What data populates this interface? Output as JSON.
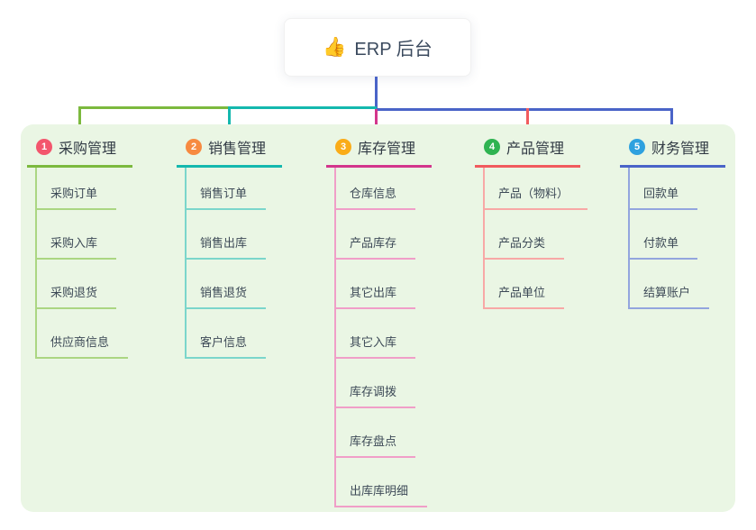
{
  "root": {
    "icon": "👍",
    "label": "ERP 后台"
  },
  "branches": [
    {
      "number": "1",
      "title": "采购管理",
      "badge_color": "#f3566d",
      "line_color": "#7cb93e",
      "item_line_color": "#abd682",
      "items": [
        "采购订单",
        "采购入库",
        "采购退货",
        "供应商信息"
      ]
    },
    {
      "number": "2",
      "title": "销售管理",
      "badge_color": "#f78a40",
      "line_color": "#14b8ae",
      "item_line_color": "#7bd6cb",
      "items": [
        "销售订单",
        "销售出库",
        "销售退货",
        "客户信息"
      ]
    },
    {
      "number": "3",
      "title": "库存管理",
      "badge_color": "#faac18",
      "line_color": "#d3368c",
      "item_line_color": "#f09ec8",
      "items": [
        "仓库信息",
        "产品库存",
        "其它出库",
        "其它入库",
        "库存调拨",
        "库存盘点",
        "出库库明细"
      ]
    },
    {
      "number": "4",
      "title": "产品管理",
      "badge_color": "#2fb351",
      "line_color": "#f15b5e",
      "item_line_color": "#f8a8a6",
      "items": [
        "产品（物料）",
        "产品分类",
        "产品单位"
      ]
    },
    {
      "number": "5",
      "title": "财务管理",
      "badge_color": "#2ea1df",
      "line_color": "#4a64c8",
      "item_line_color": "#93a5de",
      "items": [
        "回款单",
        "付款单",
        "结算账户"
      ]
    }
  ],
  "colors": {
    "root_stem": "#4a64c8",
    "container_background": "#eaf6e4",
    "page_background": "#ffffff",
    "root_text": "#3b4a5e",
    "title_text": "#323b45",
    "item_text": "#3d4a57"
  }
}
